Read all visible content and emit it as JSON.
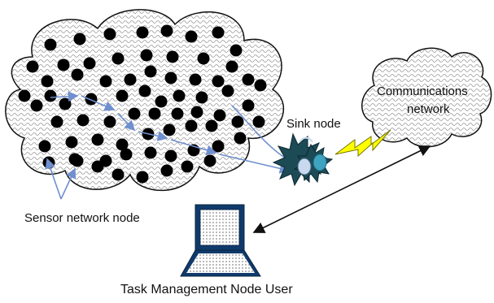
{
  "labels": {
    "sink_node": "Sink node",
    "comm_line1": "Communications",
    "comm_line2": "network",
    "sensor_network_node": "Sensor network node",
    "task_management": "Task Management Node User"
  },
  "colors": {
    "node_fill": "#000000",
    "arrow_blue": "#6f8fcf",
    "sink_star": "#1c4a55",
    "sink_node_light": "#c8d8ee",
    "sink_node_teal": "#3ea3c0",
    "lightning": "#ffff00",
    "outline": "#111111"
  },
  "icons": {
    "cloud": "cloud-icon",
    "sink": "star-burst-icon",
    "link": "lightning-bolt-icon",
    "user": "laptop-icon"
  }
}
